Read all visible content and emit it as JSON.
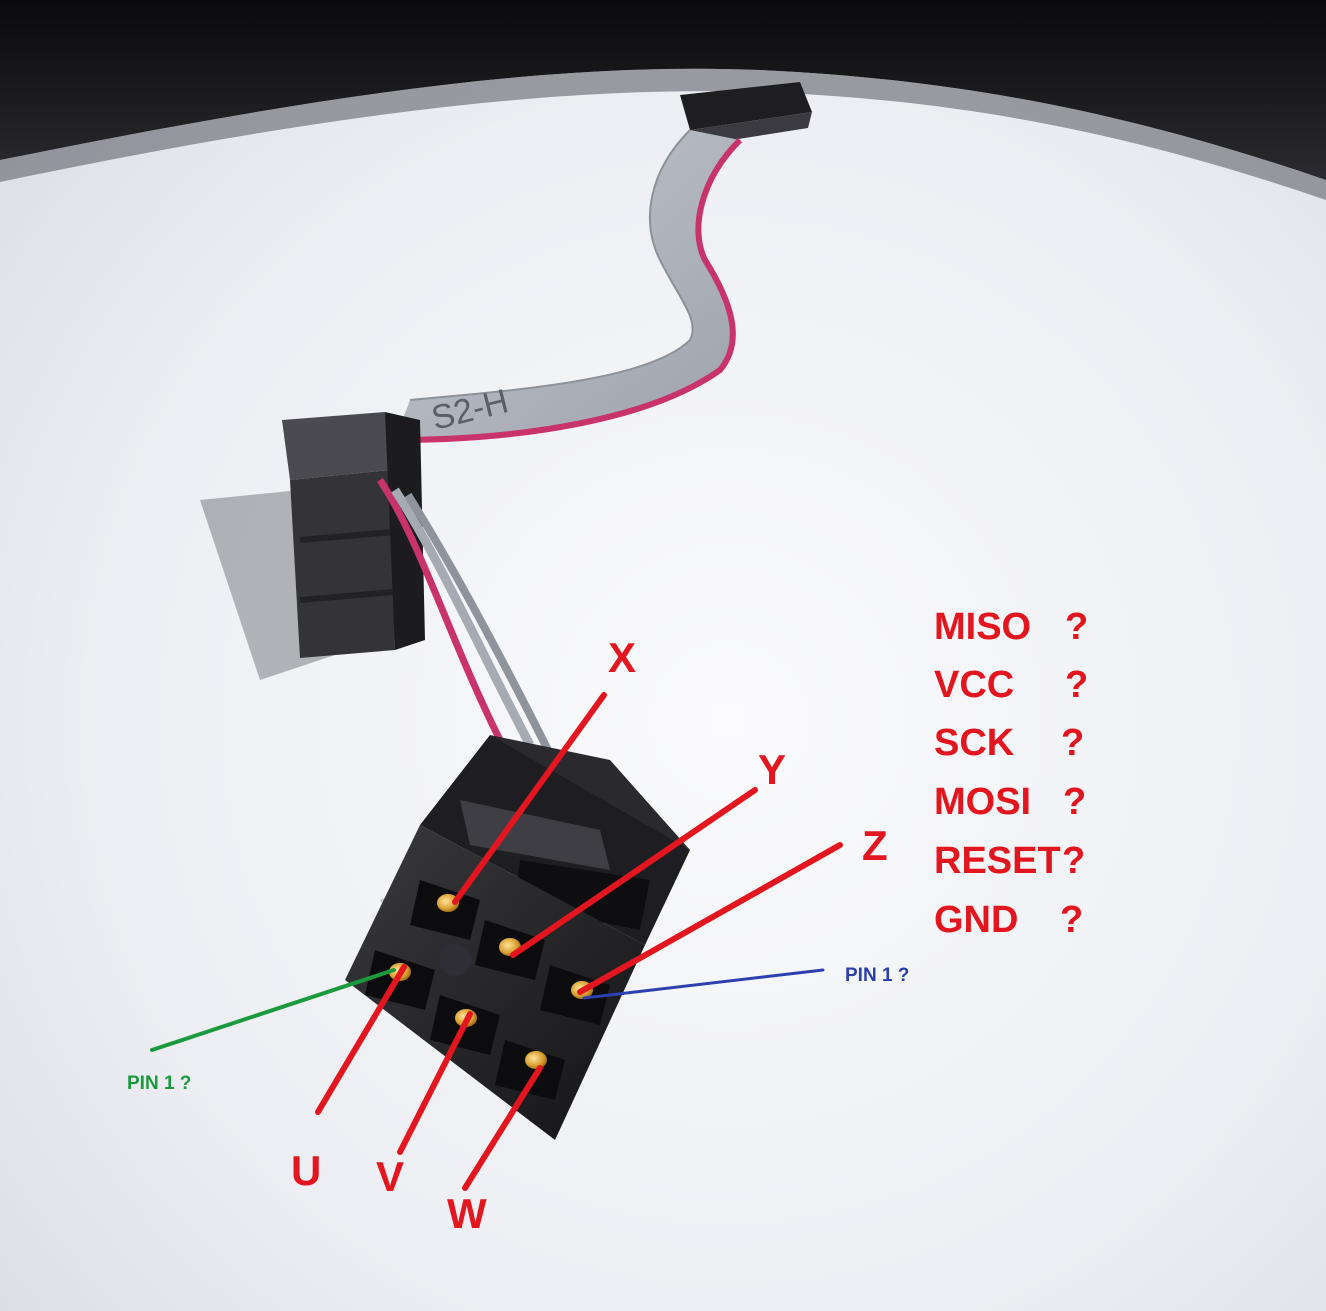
{
  "photo": {
    "subject": "ribbon-cable-with-6-pin-connector",
    "cable_print": "S2-H"
  },
  "colors": {
    "annotation_red": "#e3161f",
    "pin1_green": "#1a9a3c",
    "pin1_blue": "#2c3fb0"
  },
  "pin_labels": {
    "x": "X",
    "y": "Y",
    "z": "Z",
    "u": "U",
    "v": "V",
    "w": "W"
  },
  "pin1_labels": {
    "green": "PIN 1 ?",
    "blue": "PIN 1 ?"
  },
  "signals": [
    {
      "name": "MISO",
      "mark": "?"
    },
    {
      "name": "VCC",
      "mark": "?"
    },
    {
      "name": "SCK",
      "mark": "?"
    },
    {
      "name": "MOSI",
      "mark": "?"
    },
    {
      "name": "RESET",
      "mark": "?"
    },
    {
      "name": "GND",
      "mark": "?"
    }
  ]
}
